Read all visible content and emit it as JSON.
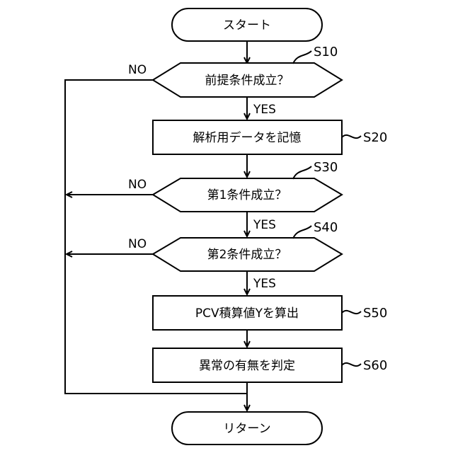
{
  "nodes": {
    "start": "スタート",
    "s10": "前提条件成立？",
    "s20": "解析用データを記憶",
    "s30": "第1条件成立？",
    "s40": "第2条件成立？",
    "s50": "PCV積算値Yを算出",
    "s60": "異常の有無を判定",
    "end": "リターン"
  },
  "step_labels": {
    "s10": "S10",
    "s20": "S20",
    "s30": "S30",
    "s40": "S40",
    "s50": "S50",
    "s60": "S60"
  },
  "branch_labels": {
    "yes_s10": "YES",
    "yes_s30": "YES",
    "yes_s40": "YES",
    "no_s10": "NO",
    "no_s30": "NO",
    "no_s40": "NO"
  }
}
